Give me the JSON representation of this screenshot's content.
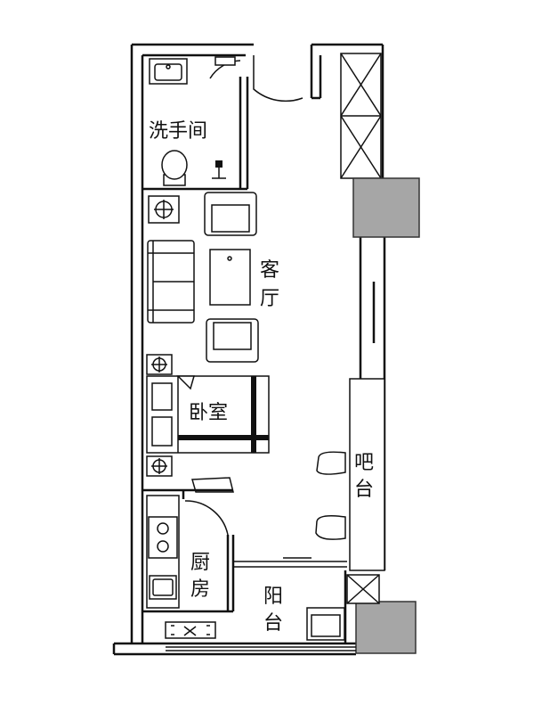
{
  "rooms": {
    "bathroom": "洗手间",
    "living_1": "客",
    "living_2": "厅",
    "bedroom": "卧室",
    "kitchen_1": "厨",
    "kitchen_2": "房",
    "balcony_1": "阳",
    "balcony_2": "台",
    "bar_1": "吧",
    "bar_2": "台"
  }
}
